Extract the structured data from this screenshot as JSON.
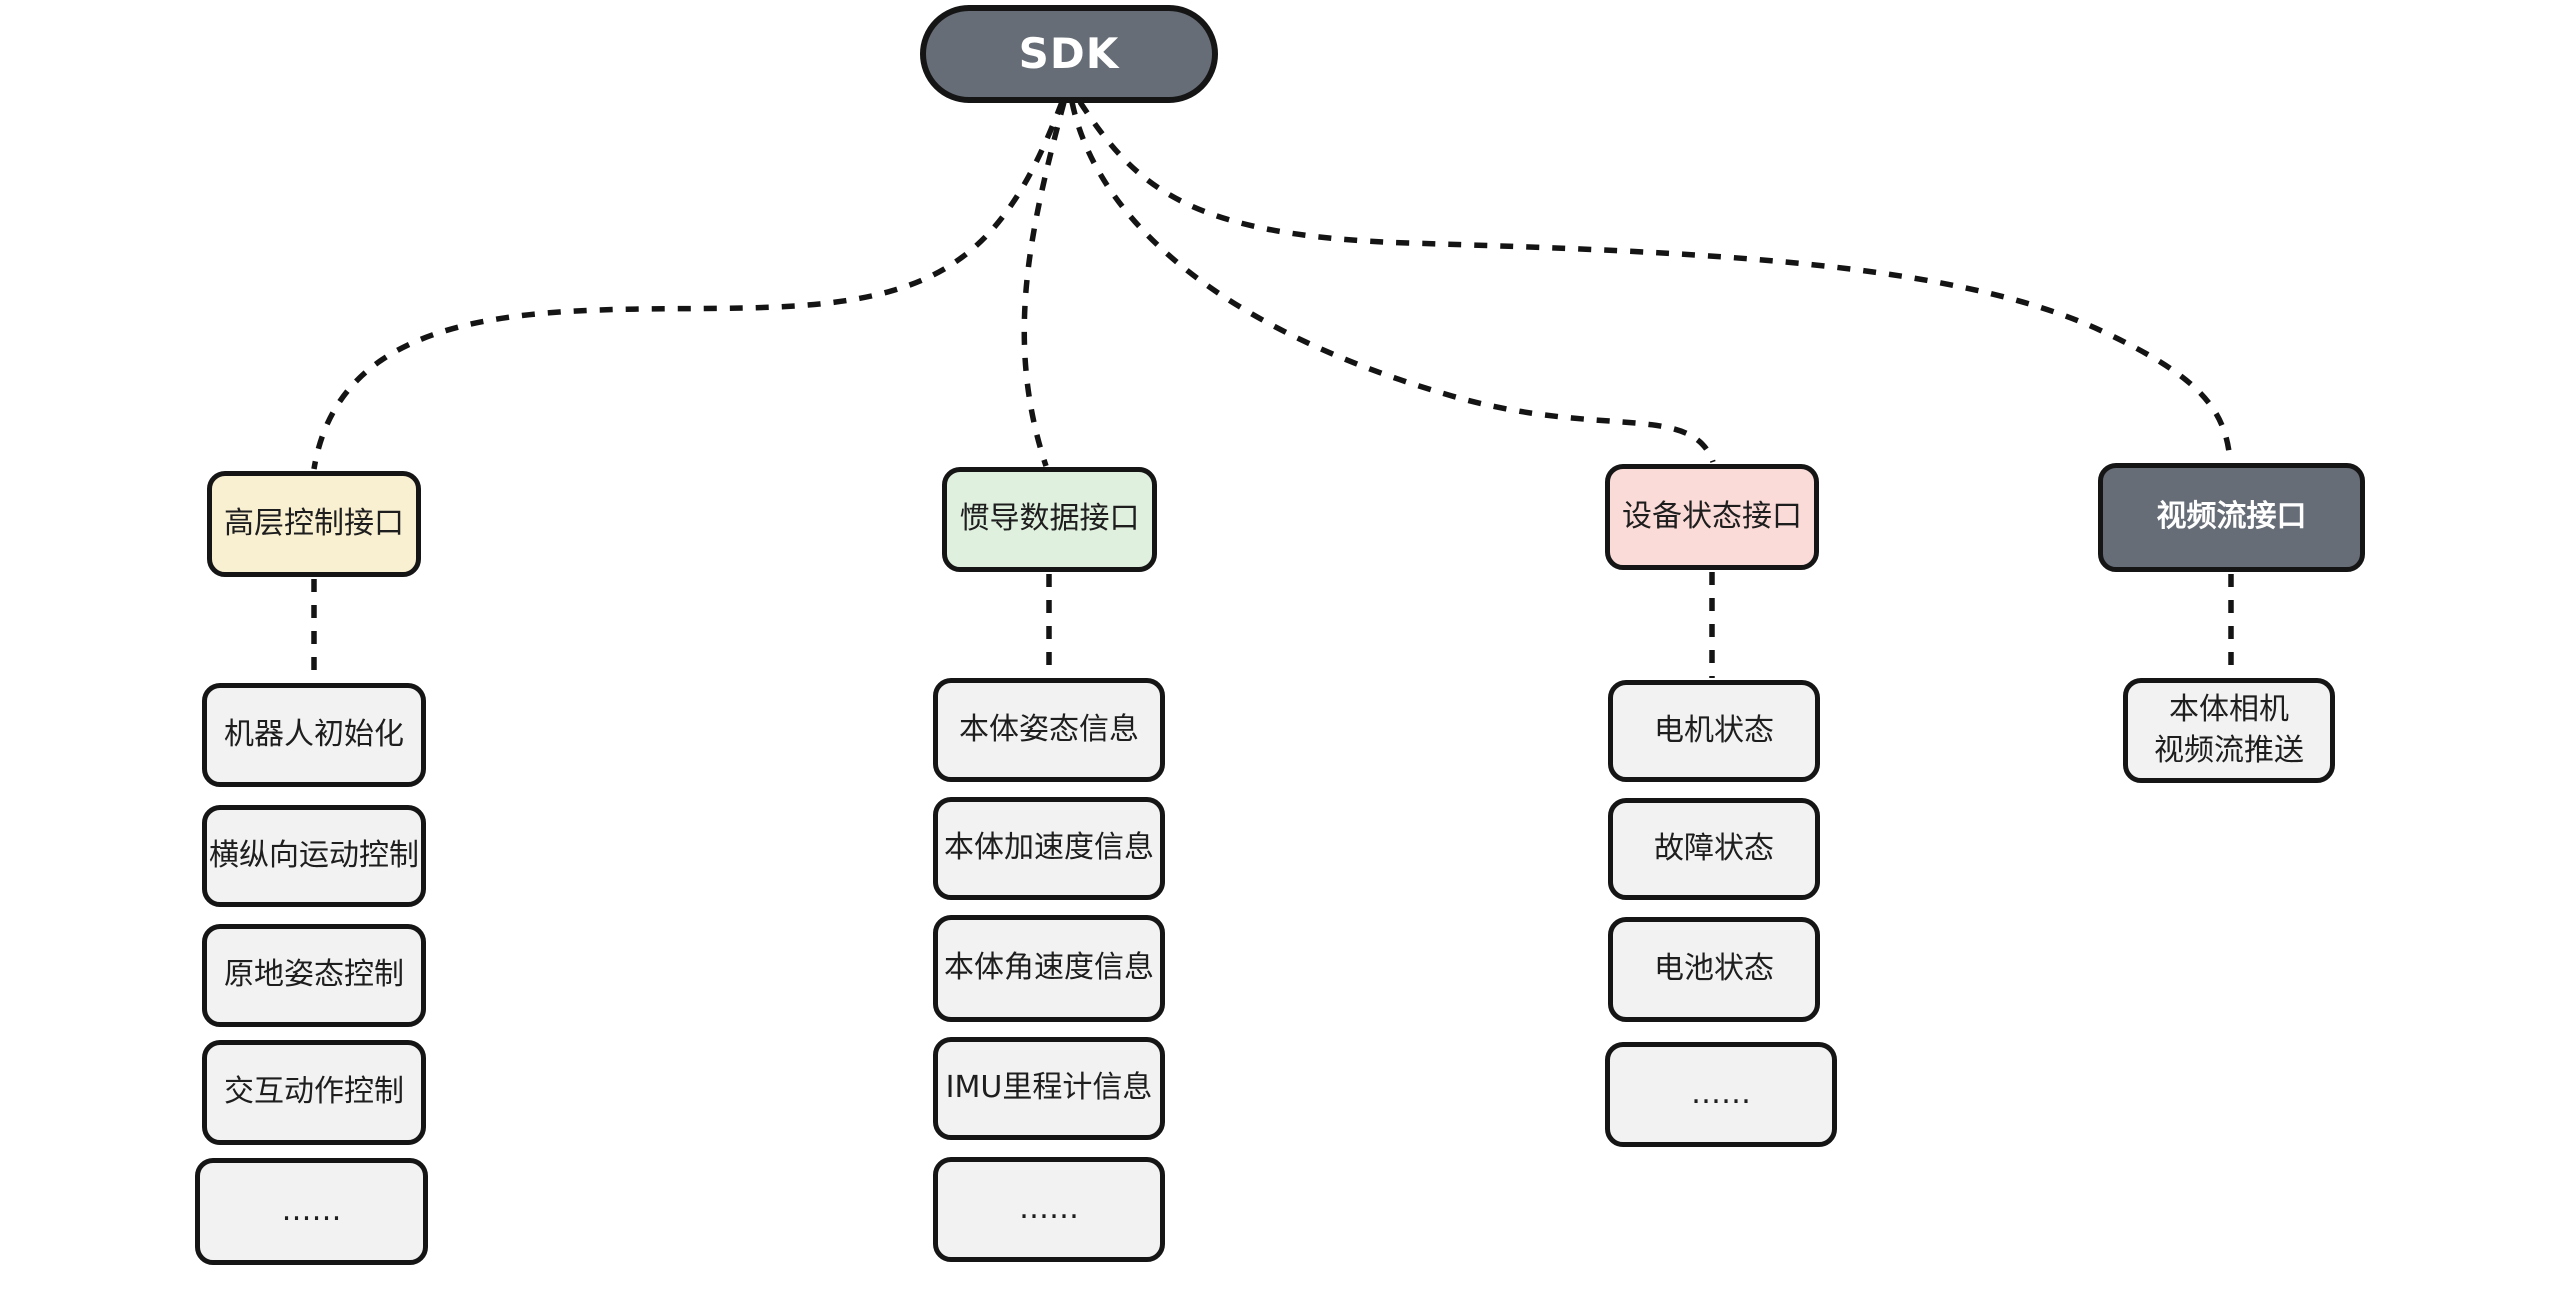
{
  "root": {
    "label": "SDK"
  },
  "colors": {
    "node_dark": "#666d76",
    "header_yellow": "#f9efd1",
    "header_green": "#dff0de",
    "header_pink": "#fbdbd8",
    "item_gray": "#f2f2f2",
    "line_black": "#141414",
    "canvas_white": "#ffffff"
  },
  "columns": [
    {
      "header": "高层控制接口",
      "items": [
        "机器人初始化",
        "横纵向运动控制",
        "原地姿态控制",
        "交互动作控制",
        "……"
      ]
    },
    {
      "header": "惯导数据接口",
      "items": [
        "本体姿态信息",
        "本体加速度信息",
        "本体角速度信息",
        "IMU里程计信息",
        "……"
      ]
    },
    {
      "header": "设备状态接口",
      "items": [
        "电机状态",
        "故障状态",
        "电池状态",
        "……"
      ]
    },
    {
      "header": "视频流接口",
      "items": [
        "本体相机\n视频流推送"
      ]
    }
  ]
}
